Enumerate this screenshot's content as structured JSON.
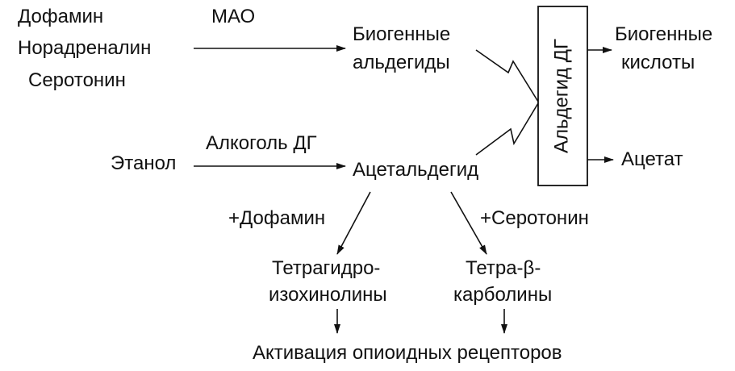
{
  "sources": {
    "dopamine": "Дофамин",
    "noradrenaline": "Норадреналин",
    "serotonin": "Серотонин",
    "ethanol": "Этанол"
  },
  "enzymes": {
    "mao": "МАО",
    "alcohol_dh": "Алкоголь ДГ",
    "aldehyde_dh": "Альдегид ДГ"
  },
  "intermediates": {
    "biogenic_aldehydes_line1": "Биогенные",
    "biogenic_aldehydes_line2": "альдегиды",
    "acetaldehyde": "Ацетальдегид"
  },
  "products": {
    "biogenic_acids_line1": "Биогенные",
    "biogenic_acids_line2": "кислоты",
    "acetate": "Ацетат"
  },
  "condensation": {
    "plus_dopamine": "+Дофамин",
    "plus_serotonin": "+Серотонин",
    "thiq_line1": "Тетрагидро-",
    "thiq_line2": "изохинолины",
    "thbc_line1": "Тетра-β-",
    "thbc_line2": "карболины"
  },
  "outcome": "Активация опиоидных рецепторов",
  "colors": {
    "ink": "#111111",
    "background": "#ffffff"
  }
}
